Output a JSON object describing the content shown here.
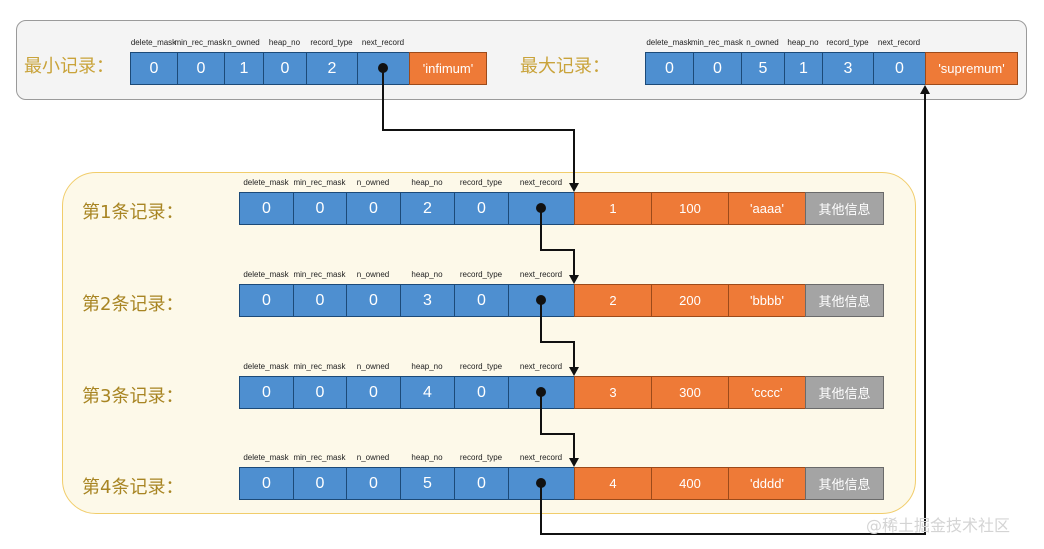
{
  "field_names": [
    "delete_mask",
    "min_rec_mask",
    "n_owned",
    "heap_no",
    "record_type",
    "next_record"
  ],
  "infimum": {
    "label": "最小记录：",
    "headers": [
      "delete_mask",
      "min_rec_mask",
      "n_owned",
      "heap_no",
      "record_type",
      "next_record"
    ],
    "values": [
      "0",
      "0",
      "1",
      "0",
      "2",
      ""
    ],
    "data": "'infimum'"
  },
  "supremum": {
    "label": "最大记录：",
    "headers": [
      "delete_mask",
      "min_rec_mask",
      "n_owned",
      "heap_no",
      "record_type",
      "next_record"
    ],
    "values": [
      "0",
      "0",
      "5",
      "1",
      "3",
      "0"
    ],
    "data": "'supremum'"
  },
  "records": [
    {
      "label": "第1条记录：",
      "headers": [
        "delete_mask",
        "min_rec_mask",
        "n_owned",
        "heap_no",
        "record_type",
        "next_record"
      ],
      "values": [
        "0",
        "0",
        "0",
        "2",
        "0",
        ""
      ],
      "data": [
        "1",
        "100",
        "'aaaa'"
      ],
      "other": "其他信息"
    },
    {
      "label": "第2条记录：",
      "headers": [
        "delete_mask",
        "min_rec_mask",
        "n_owned",
        "heap_no",
        "record_type",
        "next_record"
      ],
      "values": [
        "0",
        "0",
        "0",
        "3",
        "0",
        ""
      ],
      "data": [
        "2",
        "200",
        "'bbbb'"
      ],
      "other": "其他信息"
    },
    {
      "label": "第3条记录：",
      "headers": [
        "delete_mask",
        "min_rec_mask",
        "n_owned",
        "heap_no",
        "record_type",
        "next_record"
      ],
      "values": [
        "0",
        "0",
        "0",
        "4",
        "0",
        ""
      ],
      "data": [
        "3",
        "300",
        "'cccc'"
      ],
      "other": "其他信息"
    },
    {
      "label": "第4条记录：",
      "headers": [
        "delete_mask",
        "min_rec_mask",
        "n_owned",
        "heap_no",
        "record_type",
        "next_record"
      ],
      "values": [
        "0",
        "0",
        "0",
        "5",
        "0",
        ""
      ],
      "data": [
        "4",
        "400",
        "'dddd'"
      ],
      "other": "其他信息"
    }
  ],
  "watermark": "@稀土掘金技术社区",
  "colors": {
    "header_blue": "#4e8fd0",
    "data_orange": "#ee7a37",
    "other_gray": "#a4a4a4",
    "user_area": "#fdf9e9",
    "system_area": "#f4f4f4"
  }
}
